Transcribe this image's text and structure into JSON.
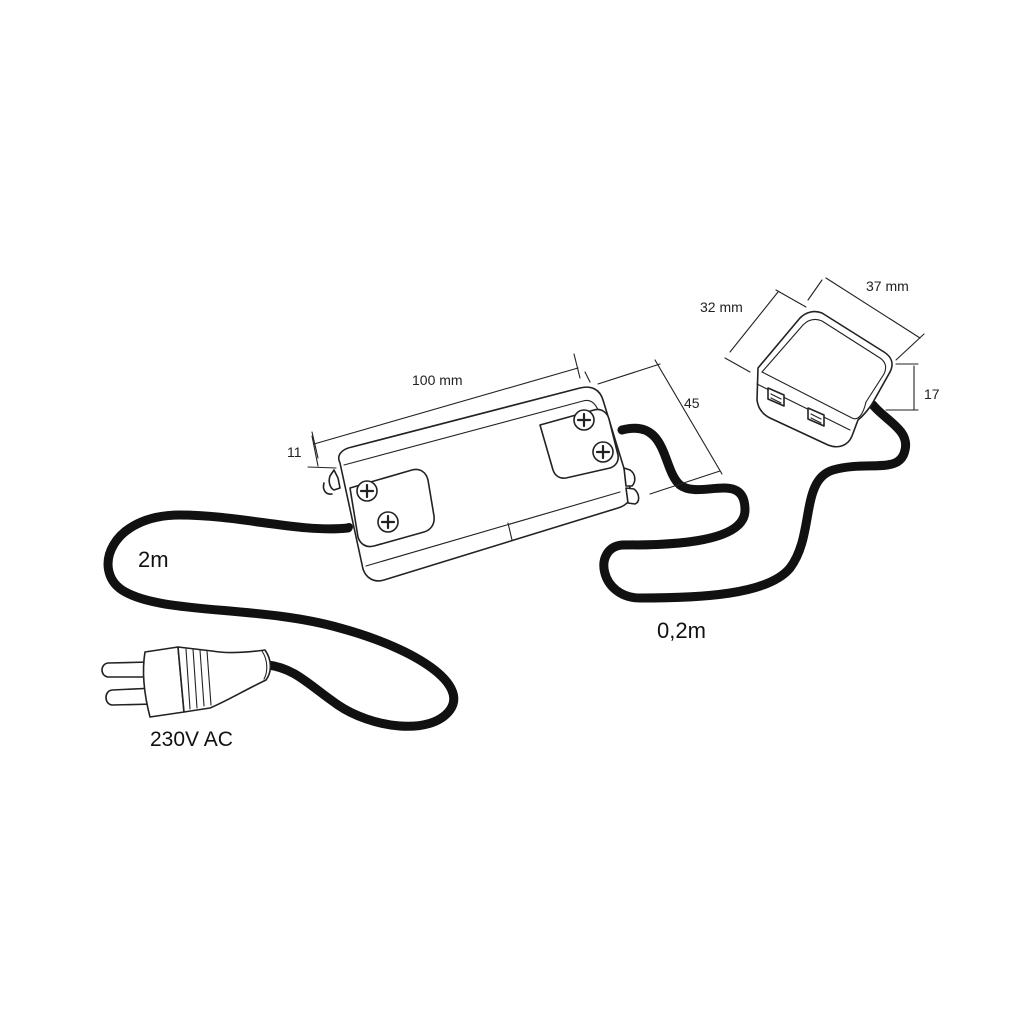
{
  "labels": {
    "driver_length": "100 mm",
    "driver_width": "45",
    "driver_height": "11",
    "box_depth": "32 mm",
    "box_width": "37 mm",
    "box_height": "17",
    "mains_cable_length": "2m",
    "output_cable_length": "0,2m",
    "supply_voltage": "230V AC"
  }
}
